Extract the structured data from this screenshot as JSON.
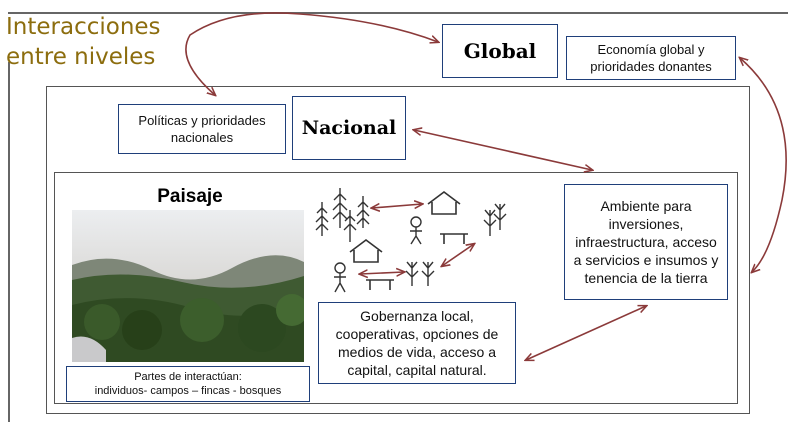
{
  "title": "Interacciones entre niveles",
  "global": {
    "label": "Global"
  },
  "economia": {
    "text": "Economía global y prioridades donantes"
  },
  "politicas": {
    "text": "Políticas y prioridades nacionales"
  },
  "nacional": {
    "label": "Nacional"
  },
  "paisaje": {
    "label": "Paisaje"
  },
  "ambiente": {
    "text": "Ambiente para inversiones, infraestructura, acceso a servicios e insumos y tenencia de la tierra"
  },
  "gobernanza": {
    "text": "Gobernanza local, cooperativas, opciones de medios de vida,  acceso a capital, capital natural."
  },
  "partes": {
    "line1": "Partes de interactúan:",
    "line2": "individuos- campos – fincas - bosques"
  },
  "colors": {
    "arrow": "#8b3a3a",
    "box_border": "#1f3f7a",
    "title": "#8c6d0e"
  },
  "icons": [
    "tree-icon",
    "house-icon",
    "person-icon",
    "field-icon",
    "arrow-icon"
  ]
}
